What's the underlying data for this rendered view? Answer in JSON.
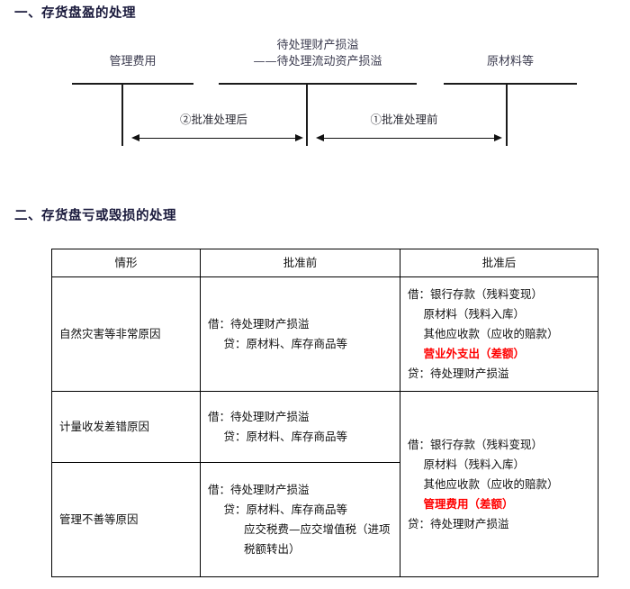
{
  "sections": {
    "one": {
      "heading": "一、存货盘盈的处理",
      "accounts": [
        {
          "name": "管理费用"
        },
        {
          "name": "待处理财产损溢",
          "name_line2": "——待处理流动资产损溢"
        },
        {
          "name": "原材料等"
        }
      ],
      "arrows": [
        {
          "label": "②批准处理后"
        },
        {
          "label": "①批准处理前"
        }
      ]
    },
    "two": {
      "heading": "二、存货盘亏或毁损的处理",
      "table": {
        "headers": [
          "情形",
          "批准前",
          "批准后"
        ],
        "rows": [
          {
            "case": "自然灾害等非常原因",
            "before": [
              {
                "text": "借：待处理财产损溢",
                "indent": 0,
                "red": false
              },
              {
                "text": "贷：原材料、库存商品等",
                "indent": 1,
                "red": false
              }
            ],
            "after": [
              {
                "text": "借：银行存款（残料变现）",
                "indent": 0,
                "red": false
              },
              {
                "text": "原材料（残料入库）",
                "indent": 1,
                "red": false
              },
              {
                "text": "其他应收款（应收的赔款）",
                "indent": 1,
                "red": false
              },
              {
                "text": "营业外支出（差额）",
                "indent": 1,
                "red": true
              },
              {
                "text": "贷：待处理财产损溢",
                "indent": 0,
                "red": false
              }
            ]
          },
          {
            "case": "计量收发差错原因",
            "before": [
              {
                "text": "借：待处理财产损溢",
                "indent": 0,
                "red": false
              },
              {
                "text": "贷：原材料、库存商品等",
                "indent": 1,
                "red": false
              }
            ],
            "after_merged": [
              {
                "text": "借：银行存款（残料变现）",
                "indent": 0,
                "red": false
              },
              {
                "text": "原材料（残料入库）",
                "indent": 1,
                "red": false
              },
              {
                "text": "其他应收款（应收的赔款）",
                "indent": 1,
                "red": false
              },
              {
                "text": "管理费用（差额）",
                "indent": 1,
                "red": true
              },
              {
                "text": "贷：待处理财产损溢",
                "indent": 0,
                "red": false
              }
            ]
          },
          {
            "case": "管理不善等原因",
            "before": [
              {
                "text": "借：待处理财产损溢",
                "indent": 0,
                "red": false
              },
              {
                "text": "贷：原材料、库存商品等",
                "indent": 1,
                "red": false
              },
              {
                "text": "应交税费—应交增值税（进项税额转出）",
                "indent": 2,
                "red": false,
                "wrap": true
              }
            ]
          }
        ]
      }
    }
  },
  "colors": {
    "heading": "#1a1a3c",
    "accent_red": "#ff0000",
    "rule": "#1b1b1b",
    "table_border": "#000000"
  }
}
